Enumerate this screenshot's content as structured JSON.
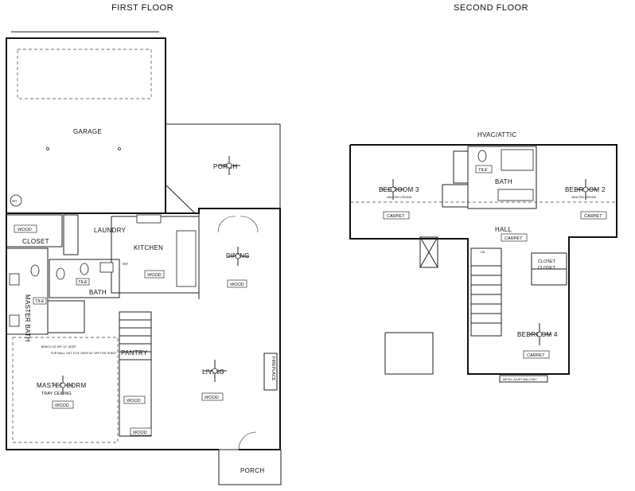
{
  "first_floor": {
    "title": "FIRST FLOOR",
    "rooms": {
      "garage": "GARAGE",
      "porch_rear": "PORCH",
      "closet": "CLOSET",
      "laundry": "LAUNDRY",
      "kitchen": "KITCHEN",
      "dining": "DINING",
      "bath": "BATH",
      "master_bath": "MASTER BATH",
      "pantry": "PANTRY",
      "living": "LIVING",
      "master_bdrm": "MASTER BDRM",
      "porch_front": "PORCH"
    },
    "labels": {
      "tray_ceiling": "TRAY CEILING",
      "fireplace": "FIREPLACE",
      "wh": "WH",
      "ref": "REF",
      "wood": "WOOD",
      "tile": "TILE",
      "bench": "BENCH 18\" AFF 12\" DEEP",
      "fur_wall": "FUR WALL OUT TO 8\" DEEP 60\" AFF FOR SHELF"
    }
  },
  "second_floor": {
    "title": "SECOND FLOOR",
    "rooms": {
      "hvac": "HVAC/ATTIC",
      "bedroom3": "BEDROOM 3",
      "bath": "BATH",
      "bedroom2": "BEDROOM 2",
      "hall": "HALL",
      "closet_a": "CLOSET",
      "closet_b": "CLOSET",
      "bedroom4": "BEDROOM 4"
    },
    "labels": {
      "vaulted": "VAULTED CEILING",
      "carpet": "CARPET",
      "tile": "TILE",
      "balcony": "METAL JULIET BALCONY",
      "closet_small": "CLOSET",
      "dn": "DN"
    }
  }
}
